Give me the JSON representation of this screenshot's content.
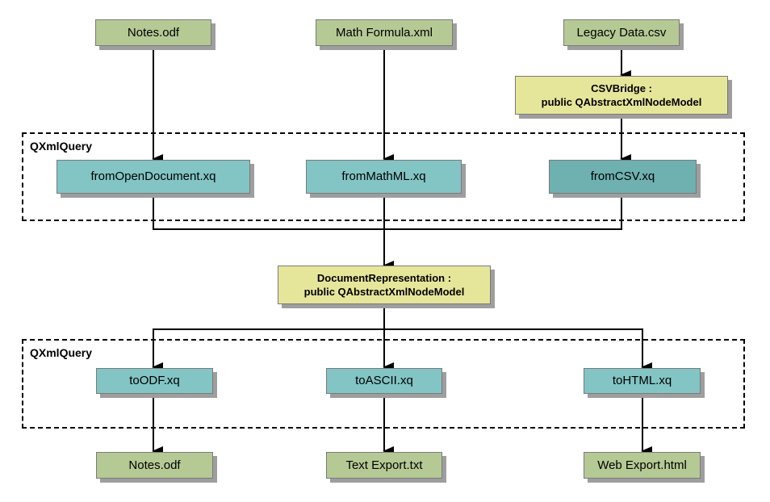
{
  "groups": {
    "input_label": "QXmlQuery",
    "output_label": "QXmlQuery"
  },
  "sources": {
    "notes": "Notes.odf",
    "math": "Math Formula.xml",
    "legacy": "Legacy Data.csv"
  },
  "bridge": {
    "line1": "CSVBridge :",
    "line2": "public QAbstractXmlNodeModel"
  },
  "input_queries": {
    "odt": "fromOpenDocument.xq",
    "mathml": "fromMathML.xq",
    "csv": "fromCSV.xq"
  },
  "document_model": {
    "line1": "DocumentRepresentation :",
    "line2": "public QAbstractXmlNodeModel"
  },
  "output_queries": {
    "odf": "toODF.xq",
    "ascii": "toASCII.xq",
    "html": "toHTML.xq"
  },
  "outputs": {
    "notes": "Notes.odf",
    "text": "Text Export.txt",
    "web": "Web Export.html"
  }
}
